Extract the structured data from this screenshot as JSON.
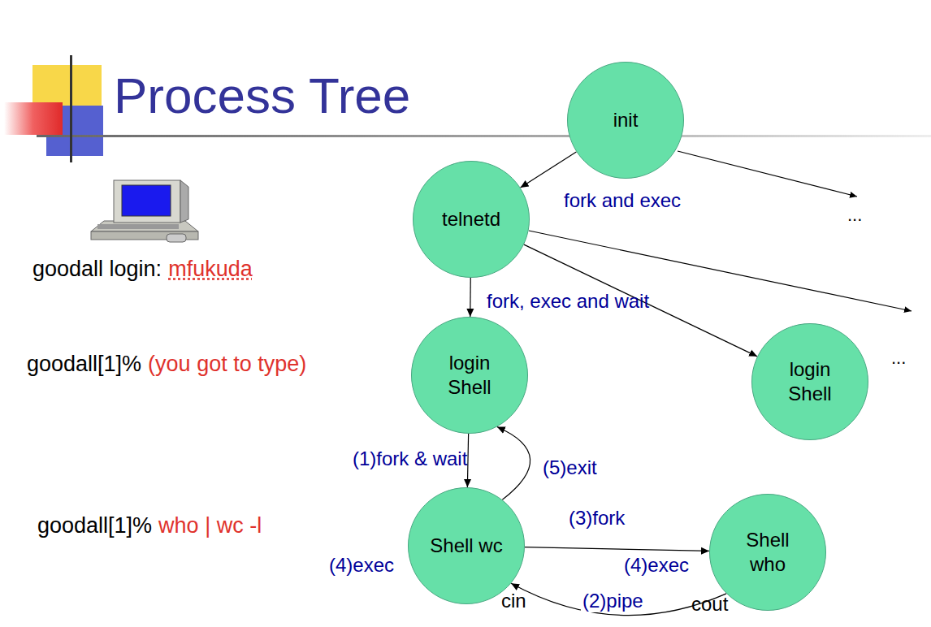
{
  "diagram": {
    "title": "Process Tree",
    "nodes": [
      {
        "text": [
          "init"
        ]
      },
      {
        "text": [
          "telnetd"
        ]
      },
      {
        "text": [
          "login Shell"
        ]
      },
      {
        "text": [
          "login Shell"
        ]
      },
      {
        "text": [
          "Shell wc"
        ]
      },
      {
        "text": [
          "Shell who"
        ]
      }
    ],
    "edges": [
      {
        "from": 0,
        "to": 1,
        "arrow": "to",
        "label": "fork and exec"
      },
      {
        "from": 1,
        "to": 2,
        "arrow": "to",
        "label": "fork, exec and wait"
      },
      {
        "from": 1,
        "to": 3,
        "arrow": "to"
      },
      {
        "from": 2,
        "to": 4,
        "arrow": "to",
        "label": "(1)fork & wait"
      },
      {
        "from": 4,
        "to": 2,
        "arrow": "to",
        "label": "(5)exit"
      },
      {
        "from": 4,
        "to": 5,
        "arrow": "to",
        "label": "(3)fork"
      },
      {
        "from": 5,
        "to": 4,
        "arrow": "to",
        "label": "(2)pipe"
      }
    ],
    "labels": [
      "...",
      "goodall login:",
      "mfukuda",
      "...",
      "goodall[1]%",
      "(you got to type)",
      "goodall[1]%",
      "who | wc -l",
      "(4)exec",
      "(4)exec",
      "cin",
      "cout"
    ]
  }
}
